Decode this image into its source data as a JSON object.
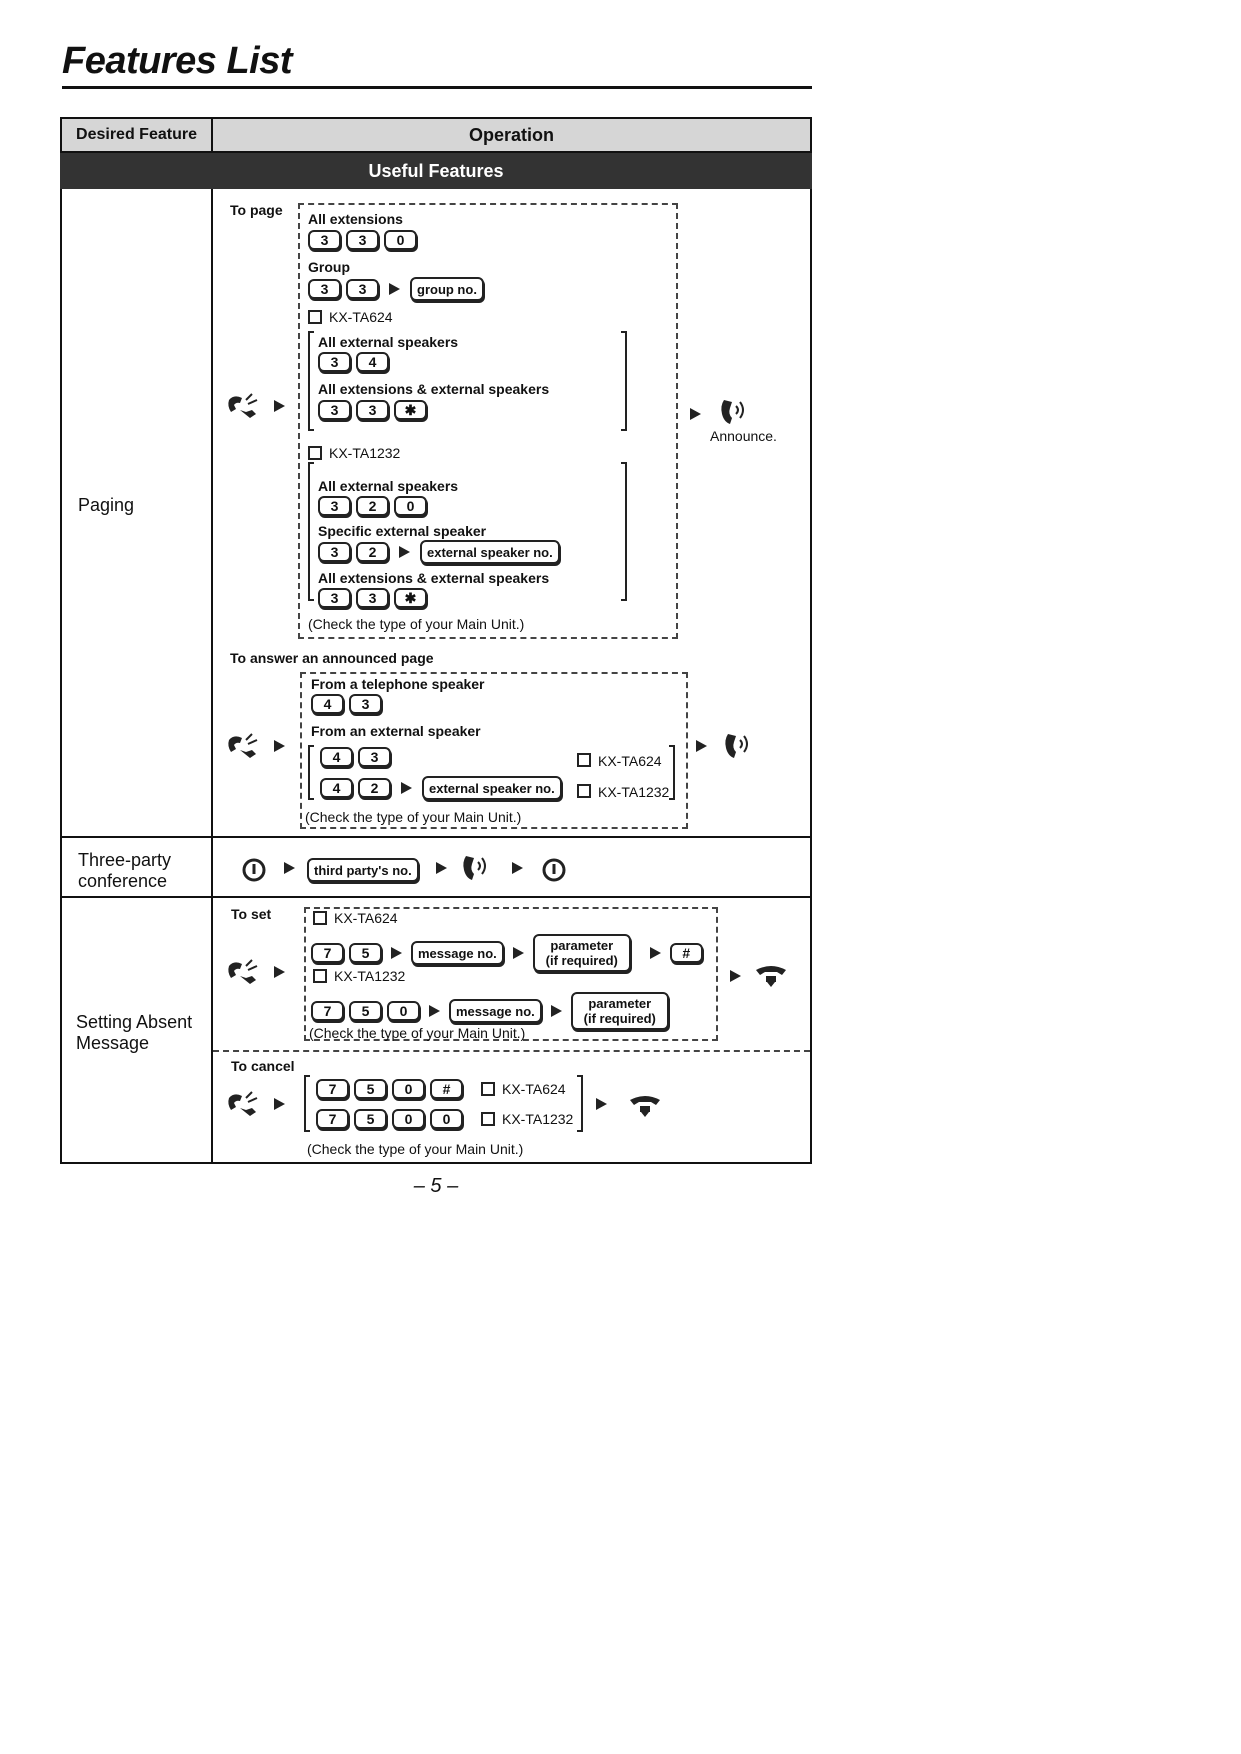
{
  "page_title": "Features List",
  "table_header": {
    "desired_feature": "Desired Feature",
    "operation": "Operation"
  },
  "section_band": "Useful Features",
  "keys": {
    "k0": "0",
    "k2": "2",
    "k3": "3",
    "k4": "4",
    "k5": "5",
    "k7": "7",
    "star": "✱",
    "hash": "#"
  },
  "paging": {
    "feature": "Paging",
    "to_page": "To page",
    "all_extensions": "All extensions",
    "group": "Group",
    "group_no": "group no.",
    "model_624": "KX-TA624",
    "model_1232": "KX-TA1232",
    "all_external_speakers": "All external speakers",
    "all_ext_and_speakers": "All extensions & external speakers",
    "specific_external_speaker": "Specific external speaker",
    "external_speaker_no": "external speaker no.",
    "check_note": "(Check the type of your Main Unit.)",
    "announce": "Announce.",
    "to_answer": "To answer an announced page",
    "from_telephone_speaker": "From a telephone speaker",
    "from_external_speaker": "From an external speaker"
  },
  "three_party": {
    "feature_line1": "Three-party",
    "feature_line2": "conference",
    "third_party_no": "third party's no."
  },
  "absent_message": {
    "feature_line1": "Setting Absent",
    "feature_line2": "Message",
    "to_set": "To set",
    "to_cancel": "To cancel",
    "message_no": "message no.",
    "parameter_line1": "parameter",
    "parameter_line2": "(if required)"
  },
  "page_number": "– 5 –"
}
